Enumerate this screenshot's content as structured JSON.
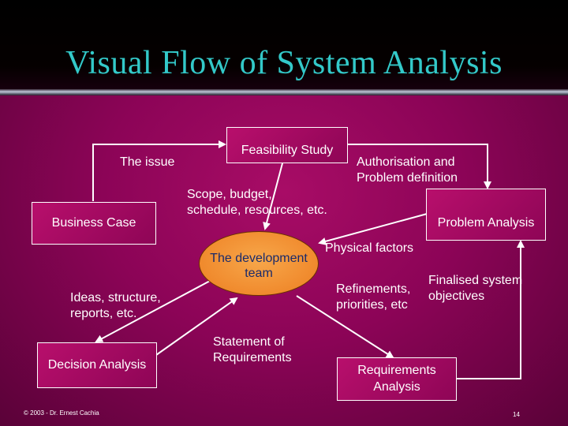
{
  "title": "Visual Flow of System Analysis",
  "nodes": {
    "feasibility": "Feasibility Study",
    "business_case": "Business Case",
    "problem_analysis": "Problem Analysis",
    "decision_analysis": "Decision Analysis",
    "requirements_line1": "Requirements",
    "requirements_line2": "Analysis",
    "dev_team_line1": "The development",
    "dev_team_line2": "team"
  },
  "labels": {
    "the_issue": "The issue",
    "authorisation_line1": "Authorisation and",
    "authorisation_line2": "Problem  definition",
    "scope_line1": "Scope, budget,",
    "scope_line2": "schedule, resources, etc.",
    "physical_factors": "Physical factors",
    "refinements_line1": "Refinements,",
    "refinements_line2": "priorities, etc",
    "finalised_line1": "Finalised system",
    "finalised_line2": "objectives",
    "ideas_line1": "Ideas, structure,",
    "ideas_line2": "reports, etc.",
    "statement_line1": "Statement of",
    "statement_line2": "Requirements"
  },
  "footer": {
    "copyright": "© 2003 - Dr. Ernest Cachia",
    "page_number": "14"
  },
  "colors": {
    "background": "#8c0457",
    "title": "#33c9c9",
    "ellipse": "#f08a2d",
    "ellipse_text": "#1a2a6a"
  }
}
